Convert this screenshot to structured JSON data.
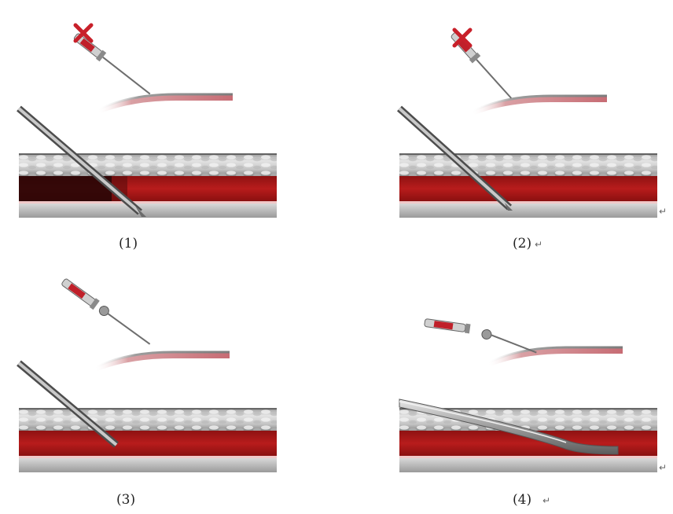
{
  "panels": [
    {
      "caption": "(1)",
      "mark": ""
    },
    {
      "caption": "(2)",
      "mark": "↵"
    },
    {
      "caption": "(3)",
      "mark": ""
    },
    {
      "caption": "(4)",
      "mark": "↵"
    }
  ],
  "edge_marks": [
    "↵",
    "↵"
  ],
  "colors": {
    "blood": "#b81c1c",
    "blood_dark": "#2a0606",
    "tissue": "#cfcfcf",
    "needle": "#7a7a7a",
    "syringe_red": "#c0202a",
    "cross": "#c8202a"
  },
  "icons": [
    "needle-icon",
    "syringe-icon",
    "cross-mark-icon",
    "catheter-icon",
    "vessel-icon"
  ]
}
